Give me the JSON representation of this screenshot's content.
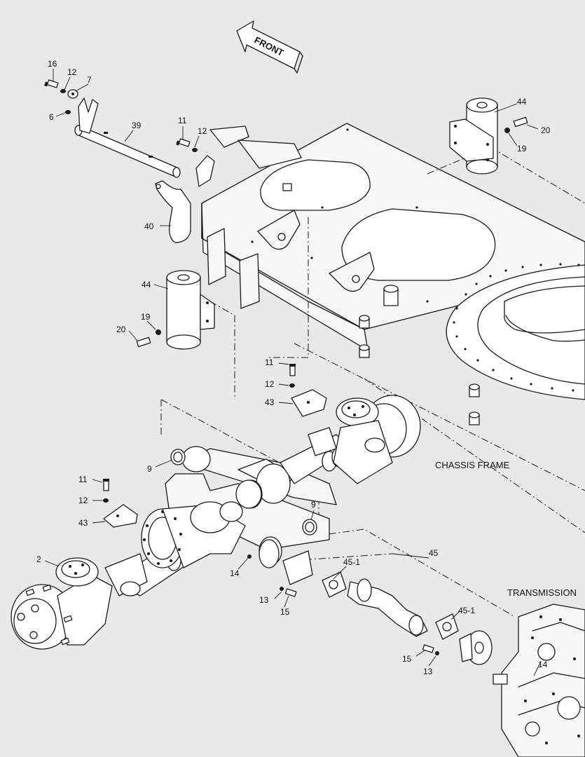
{
  "labels": {
    "front": "FRONT",
    "chassis_frame": "CHASSIS FRAME",
    "transmission": "TRANSMISSION"
  },
  "callouts": [
    {
      "id": "c16",
      "text": "16"
    },
    {
      "id": "c12a",
      "text": "12"
    },
    {
      "id": "c7",
      "text": "7"
    },
    {
      "id": "c6",
      "text": "6"
    },
    {
      "id": "c39",
      "text": "39"
    },
    {
      "id": "c11a",
      "text": "11"
    },
    {
      "id": "c12b",
      "text": "12"
    },
    {
      "id": "c40",
      "text": "40"
    },
    {
      "id": "c44a",
      "text": "44"
    },
    {
      "id": "c20a",
      "text": "20"
    },
    {
      "id": "c19a",
      "text": "19"
    },
    {
      "id": "c44b",
      "text": "44"
    },
    {
      "id": "c19b",
      "text": "19"
    },
    {
      "id": "c20b",
      "text": "20"
    },
    {
      "id": "c11b",
      "text": "11"
    },
    {
      "id": "c12c",
      "text": "12"
    },
    {
      "id": "c43a",
      "text": "43"
    },
    {
      "id": "c9a",
      "text": "9"
    },
    {
      "id": "c11c",
      "text": "11"
    },
    {
      "id": "c12d",
      "text": "12"
    },
    {
      "id": "c43b",
      "text": "43"
    },
    {
      "id": "c9b",
      "text": "9"
    },
    {
      "id": "c2",
      "text": "2"
    },
    {
      "id": "c14a",
      "text": "14"
    },
    {
      "id": "c45-1a",
      "text": "45-1"
    },
    {
      "id": "c45",
      "text": "45"
    },
    {
      "id": "c13a",
      "text": "13"
    },
    {
      "id": "c15a",
      "text": "15"
    },
    {
      "id": "c45-1b",
      "text": "45-1"
    },
    {
      "id": "c15b",
      "text": "15"
    },
    {
      "id": "c13b",
      "text": "13"
    },
    {
      "id": "c14b",
      "text": "14"
    }
  ]
}
